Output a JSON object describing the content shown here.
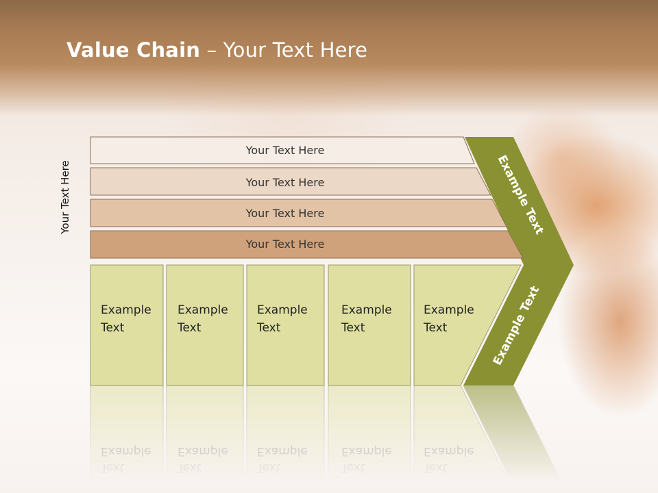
{
  "slide": {
    "title_bold": "Value Chain",
    "title_rest": " – Your Text Here",
    "side_label": "Your Text Here"
  },
  "bars": [
    {
      "label": "Your Text Here",
      "fill": "#f6eee6"
    },
    {
      "label": "Your Text Here",
      "fill": "#ecd8c6"
    },
    {
      "label": "Your Text Here",
      "fill": "#e2c3a6"
    },
    {
      "label": "Your Text Here",
      "fill": "#cfa27b"
    }
  ],
  "cells": [
    {
      "line1": "Example",
      "line2": "Text"
    },
    {
      "line1": "Example",
      "line2": "Text"
    },
    {
      "line1": "Example",
      "line2": "Text"
    },
    {
      "line1": "Example",
      "line2": "Text"
    },
    {
      "line1": "Example",
      "line2": "Text"
    }
  ],
  "arrow": {
    "upper_label": "Example Text",
    "lower_label": "Example Text",
    "color": "#8a9132"
  },
  "colors": {
    "cell_fill": "#dfdfa2",
    "cell_stroke": "#9a9a6a",
    "bar_stroke": "#8c6e55"
  }
}
